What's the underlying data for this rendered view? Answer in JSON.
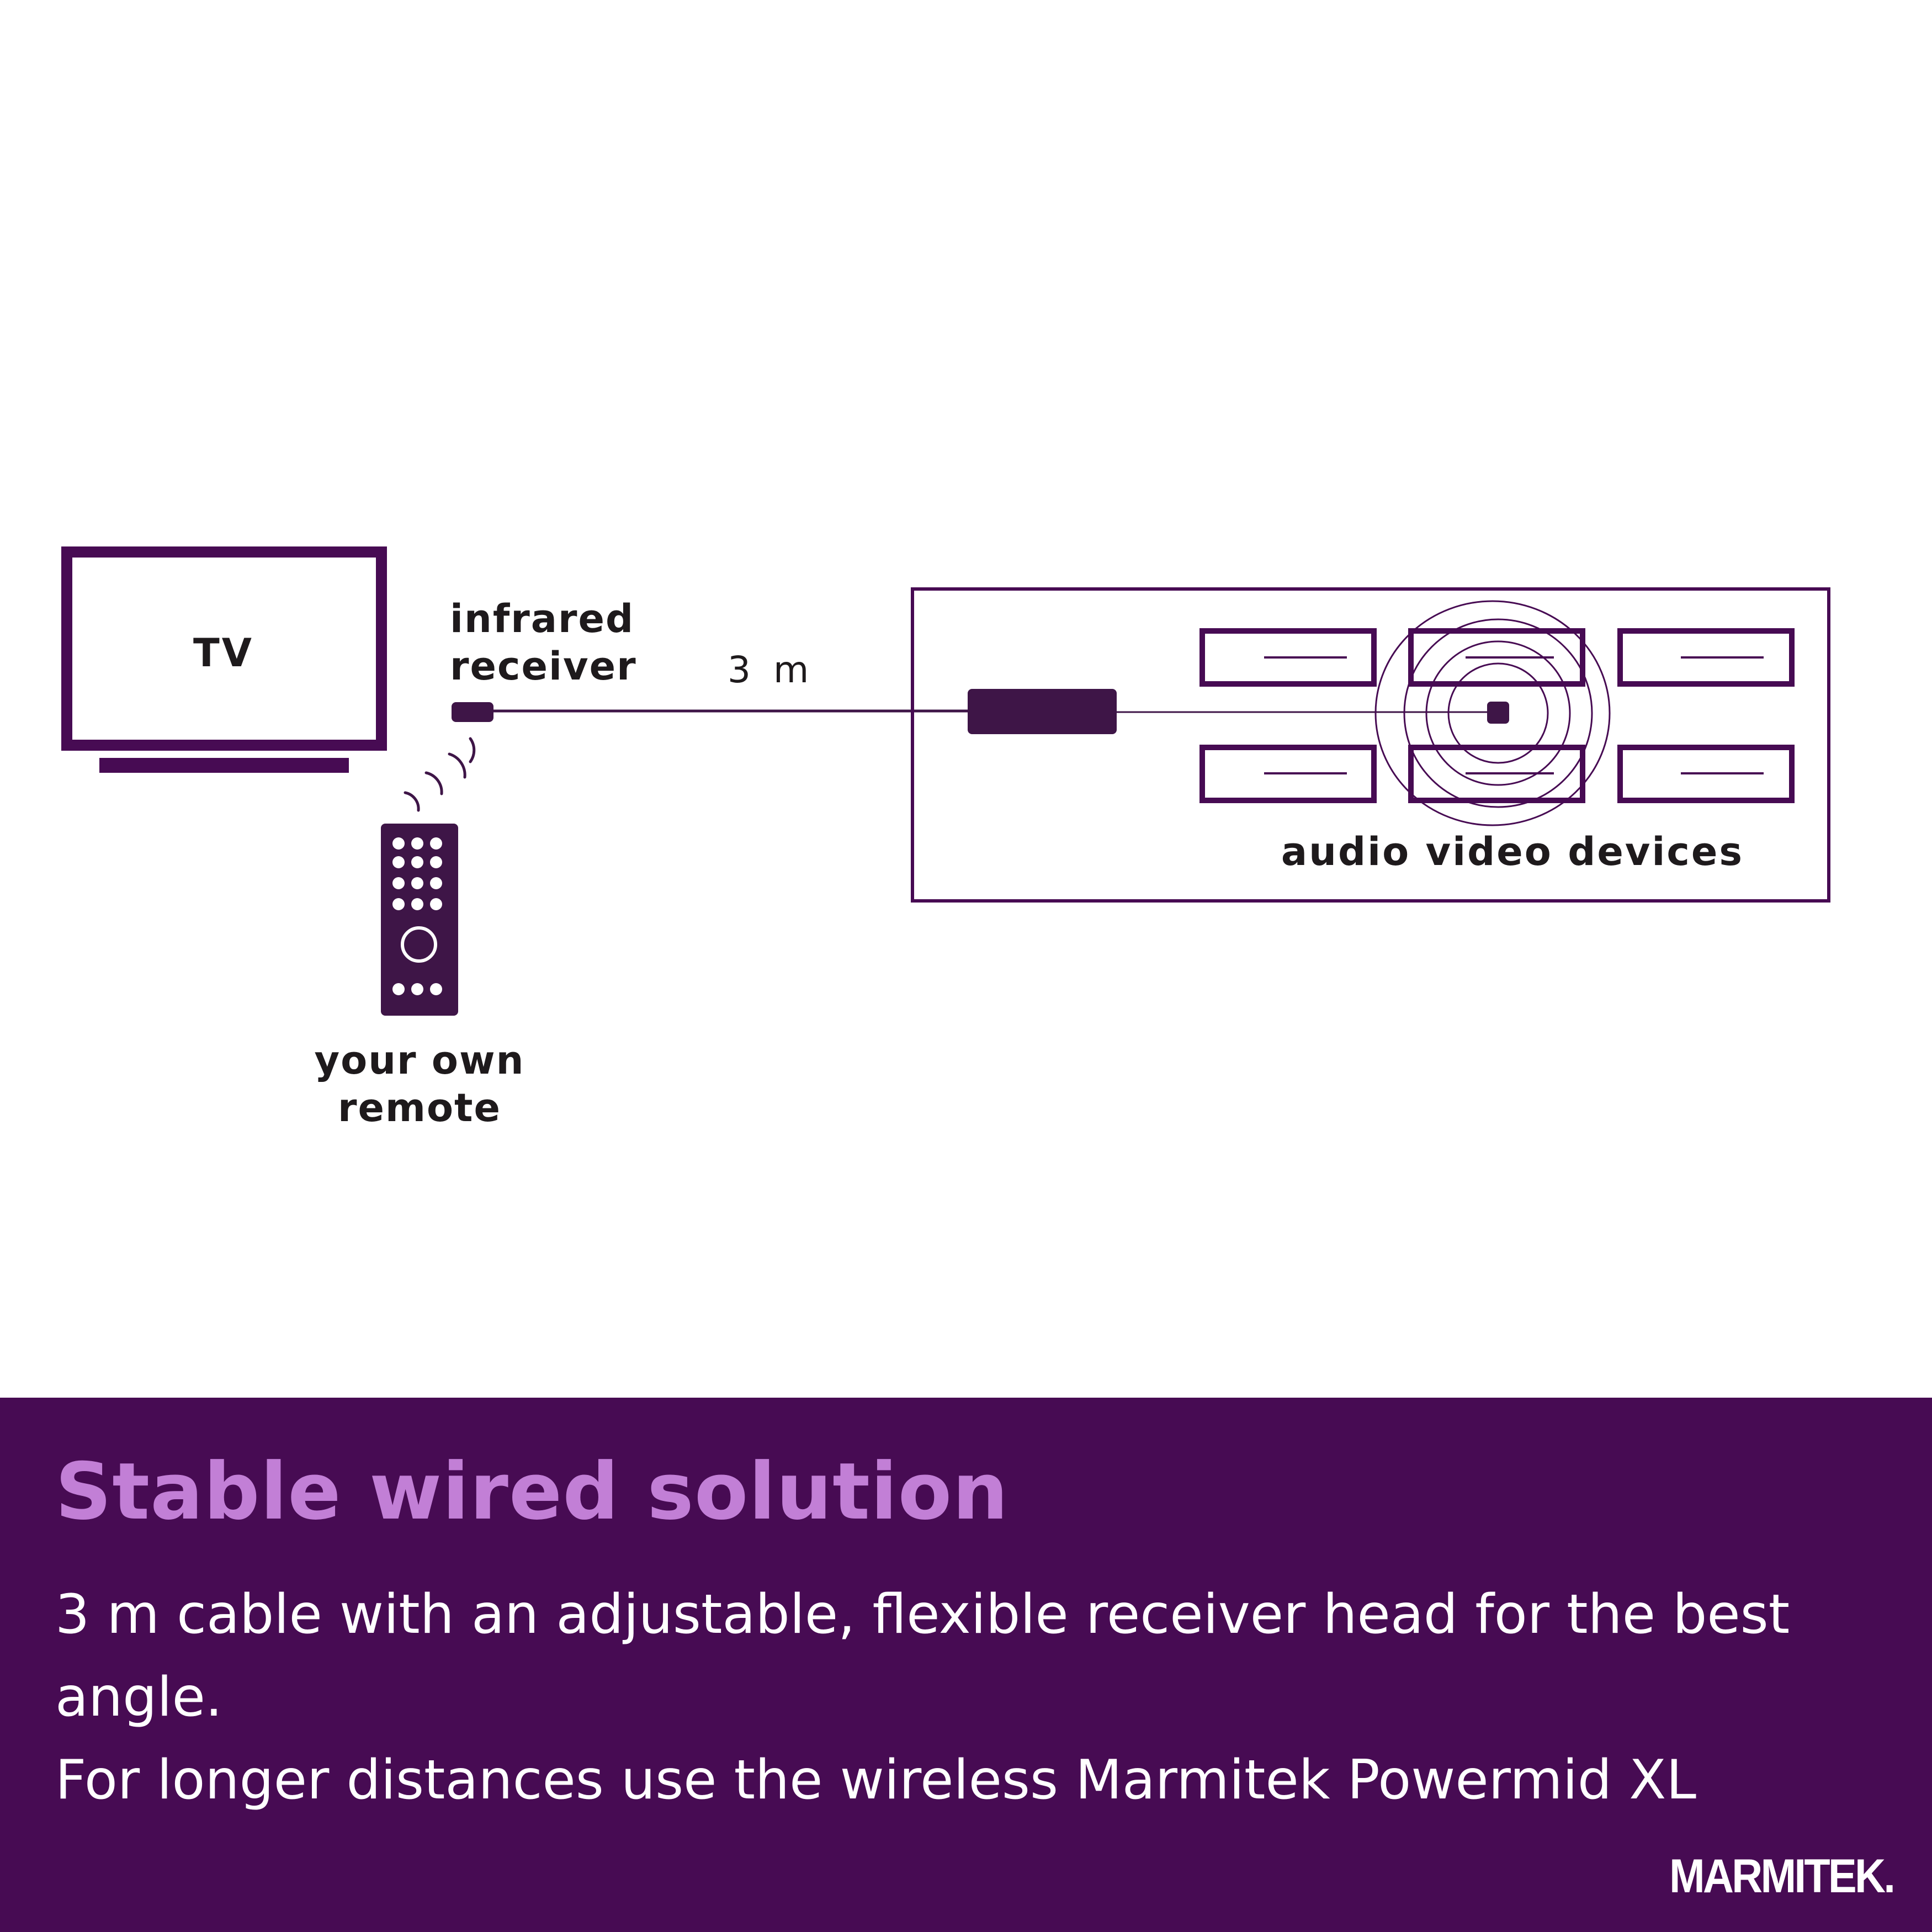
{
  "diagram": {
    "tv_label": "TV",
    "ir_receiver_label": [
      "infrared",
      "receiver"
    ],
    "cable_length_label": "3 m",
    "remote_label": [
      "your own",
      "remote"
    ],
    "av_devices_label": "audio video devices"
  },
  "banner": {
    "title": "Stable wired solution",
    "body_lines": [
      "3 m cable with an adjustable, flexible receiver head for the best angle.",
      "For longer distances use the wireless Marmitek Powermid XL"
    ],
    "logo": "MARMITEK."
  },
  "colors": {
    "primary_purple": "#470b53",
    "dark_purple": "#3e1547",
    "title_lilac": "#c27fd6",
    "label_text": "#1e1a1c"
  }
}
